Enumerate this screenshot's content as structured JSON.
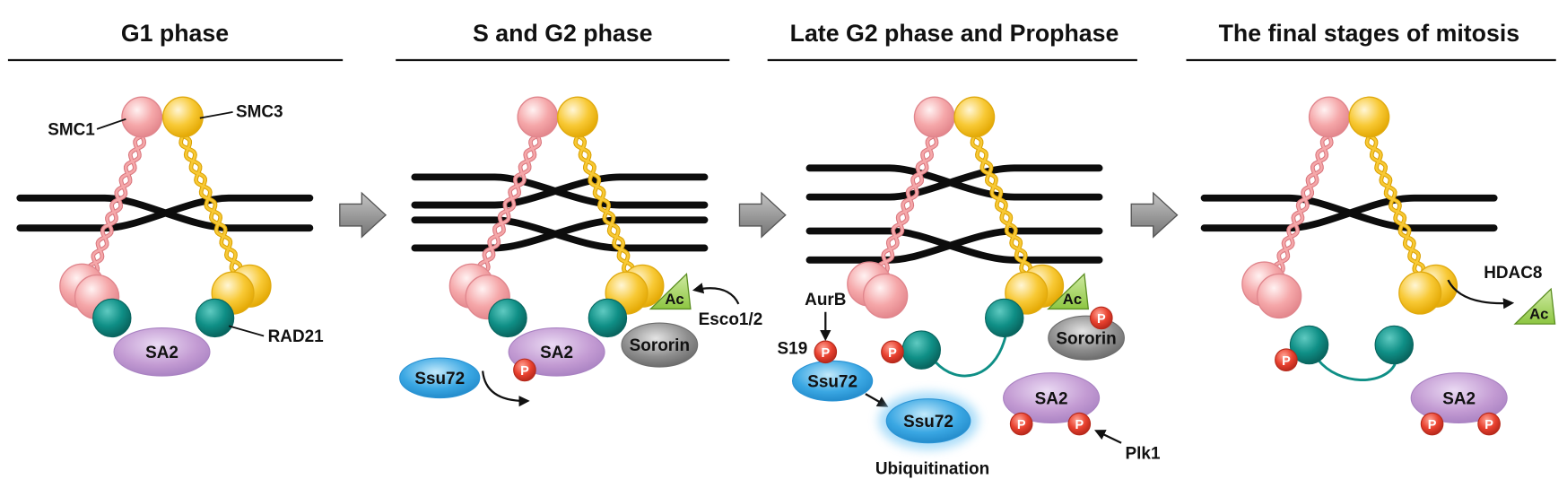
{
  "panels": [
    {
      "title": "G1 phase"
    },
    {
      "title": "S and G2 phase"
    },
    {
      "title": "Late G2 phase and Prophase"
    },
    {
      "title": "The final stages of mitosis"
    }
  ],
  "labels": {
    "smc1": "SMC1",
    "smc3": "SMC3",
    "rad21": "RAD21",
    "sa2": "SA2",
    "ssu72": "Ssu72",
    "sororin": "Sororin",
    "phospho": "P",
    "acetyl": "Ac",
    "esco": "Esco1/2",
    "aurb": "AurB",
    "s19": "S19",
    "ubiquitination": "Ubiquitination",
    "plk1": "Plk1",
    "hdac8": "HDAC8"
  },
  "colors": {
    "smc1": "#f5a7a9",
    "smc3": "#f8c935",
    "rad21": "#0f8f86",
    "sa2": "#c39bd3",
    "ssu72": "#3aa7e3",
    "sororin": "#8e8e8e",
    "phospho": "#e8412f",
    "acetyl": "#8dc641"
  }
}
